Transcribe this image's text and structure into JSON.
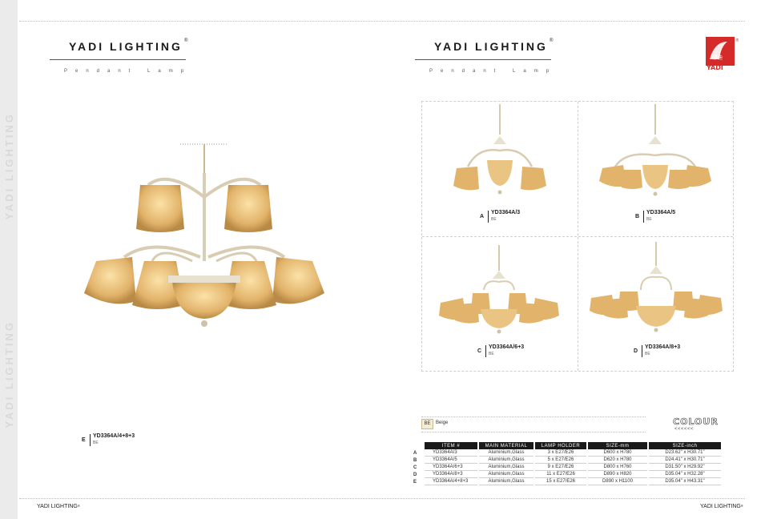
{
  "brand": {
    "title": "YADI LIGHTING",
    "registered_mark": "®",
    "subtitle": "Pendant Lamp",
    "logo_text_cn": "雅迪",
    "logo_text": "YADI",
    "side_text": "YADI LIGHTING"
  },
  "main_product": {
    "letter": "E",
    "model": "YD3364A/4+8+3",
    "colour_code": "BE"
  },
  "products": [
    {
      "letter": "A",
      "model": "YD3364A/3",
      "colour_code": "BE"
    },
    {
      "letter": "B",
      "model": "YD3364A/5",
      "colour_code": "BE"
    },
    {
      "letter": "C",
      "model": "YD3364A/6+3",
      "colour_code": "BE"
    },
    {
      "letter": "D",
      "model": "YD3364A/8+3",
      "colour_code": "BE"
    }
  ],
  "colour": {
    "swatch_code": "BE",
    "swatch_name": "Beige",
    "heading": "COLOUR",
    "arrows": "<<<<<<",
    "beige_hex": "#f5ecd4"
  },
  "spec_table": {
    "headers": [
      "ITEM #",
      "MAIN MATERIAL",
      "LAMP HOLDER",
      "SIZE-mm",
      "SIZE-inch"
    ],
    "rows": [
      {
        "letter": "A",
        "item": "YD3364A/3",
        "material": "Aluminium,Glass",
        "holder": "3 x E27/E26",
        "size_mm": "D600 x H780",
        "size_inch": "D23.62\" x H30.71\""
      },
      {
        "letter": "B",
        "item": "YD3364A/5",
        "material": "Aluminium,Glass",
        "holder": "5 x E27/E26",
        "size_mm": "D620 x H780",
        "size_inch": "D24.41\" x H30.71\""
      },
      {
        "letter": "C",
        "item": "YD3364A/6+3",
        "material": "Aluminium,Glass",
        "holder": "9 x E27/E26",
        "size_mm": "D800 x H760",
        "size_inch": "D31.50\" x H29.92\""
      },
      {
        "letter": "D",
        "item": "YD3364A/8+3",
        "material": "Aluminium,Glass",
        "holder": "11 x E27/E26",
        "size_mm": "D890 x H820",
        "size_inch": "D35.04\" x H32.28\""
      },
      {
        "letter": "E",
        "item": "YD3364A/4+8+3",
        "material": "Aluminium,Glass",
        "holder": "15 x E27/E26",
        "size_mm": "D890 x H1100",
        "size_inch": "D35.04\" x H43.31\""
      }
    ]
  },
  "footer": {
    "left": "YADI LIGHTING",
    "right": "YADI LIGHTING",
    "mark": "®"
  },
  "colors": {
    "brand_red": "#d42a2a",
    "glass_amber": "#e2b36a",
    "metal": "#e9e1cf",
    "header_black": "#1a1a1a"
  }
}
